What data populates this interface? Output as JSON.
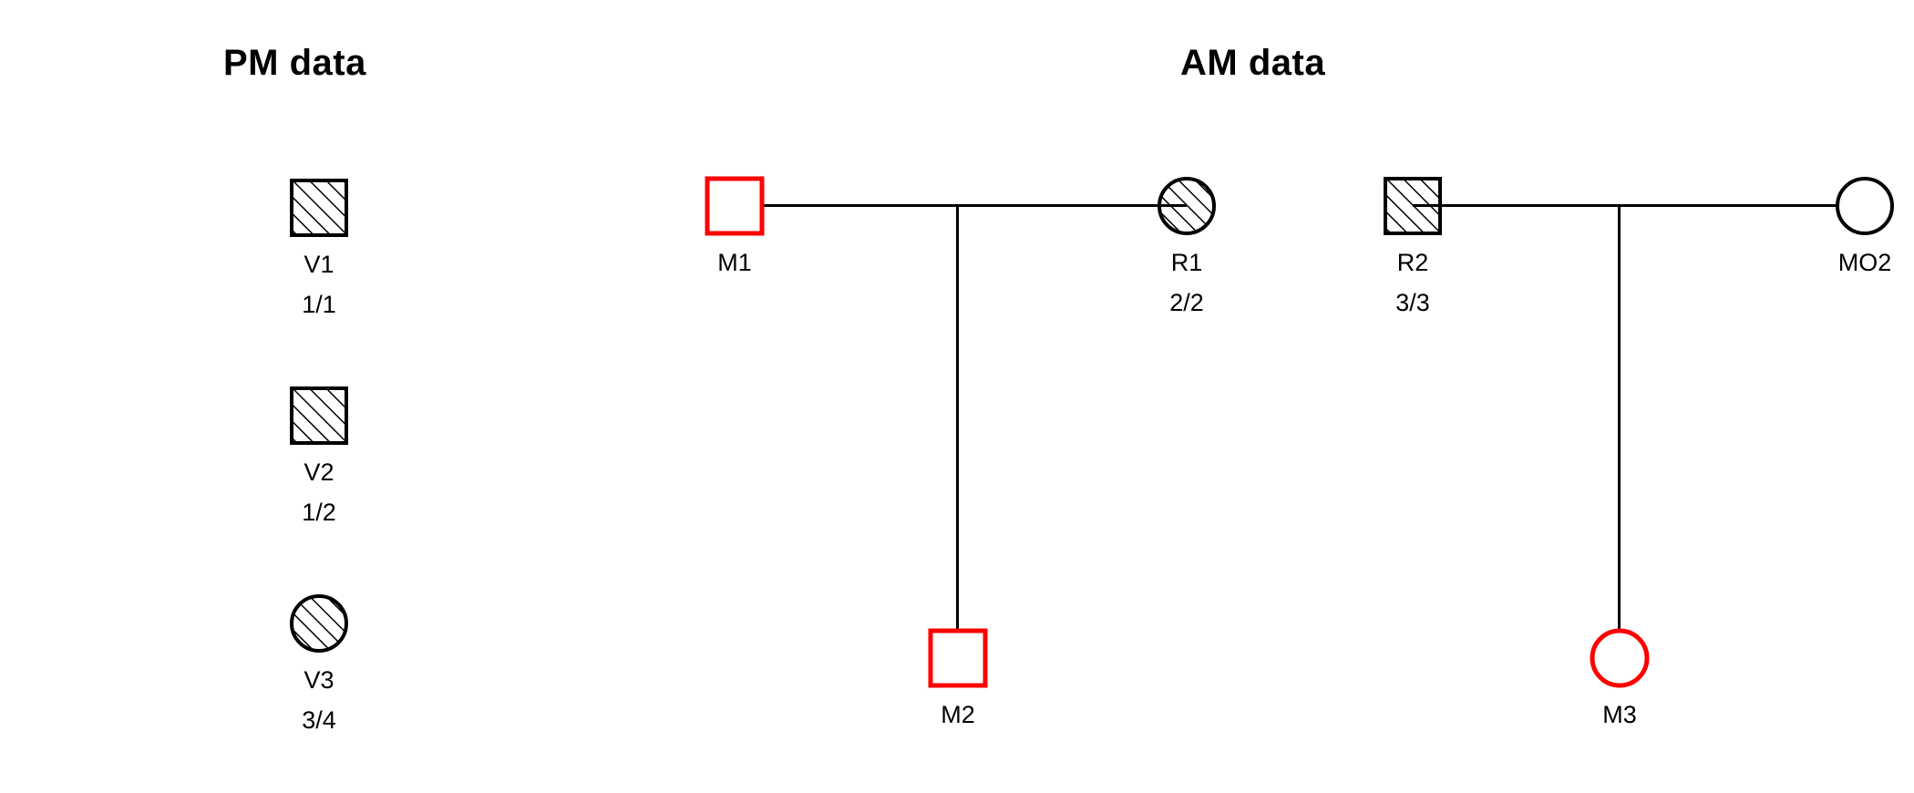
{
  "panels": {
    "pm": {
      "title": "PM data"
    },
    "am": {
      "title": "AM data"
    }
  },
  "colors": {
    "black": "#000000",
    "red": "#FF0000",
    "background": "#FFFFFF"
  },
  "pm_individuals": [
    {
      "id": "V1",
      "label": "V1",
      "genotype": "1/1",
      "sex": "male",
      "shape": "square",
      "fill": "hatched",
      "stroke": "#000000"
    },
    {
      "id": "V2",
      "label": "V2",
      "genotype": "1/2",
      "sex": "male",
      "shape": "square",
      "fill": "hatched",
      "stroke": "#000000"
    },
    {
      "id": "V3",
      "label": "V3",
      "genotype": "3/4",
      "sex": "female",
      "shape": "circle",
      "fill": "hatched",
      "stroke": "#000000"
    }
  ],
  "am_individuals": [
    {
      "id": "M1",
      "label": "M1",
      "genotype": "",
      "sex": "male",
      "shape": "square",
      "fill": "empty",
      "stroke": "#FF0000"
    },
    {
      "id": "R1",
      "label": "R1",
      "genotype": "2/2",
      "sex": "female",
      "shape": "circle",
      "fill": "hatched",
      "stroke": "#000000"
    },
    {
      "id": "M2",
      "label": "M2",
      "genotype": "",
      "sex": "male",
      "shape": "square",
      "fill": "empty",
      "stroke": "#FF0000"
    },
    {
      "id": "R2",
      "label": "R2",
      "genotype": "3/3",
      "sex": "male",
      "shape": "square",
      "fill": "hatched",
      "stroke": "#000000"
    },
    {
      "id": "MO2",
      "label": "MO2",
      "genotype": "",
      "sex": "female",
      "shape": "circle",
      "fill": "empty",
      "stroke": "#000000"
    },
    {
      "id": "M3",
      "label": "M3",
      "genotype": "",
      "sex": "female",
      "shape": "circle",
      "fill": "empty",
      "stroke": "#FF0000"
    }
  ],
  "am_families": [
    {
      "id": "family-1",
      "father": "M1",
      "mother": "R1",
      "children": [
        "M2"
      ]
    },
    {
      "id": "family-2",
      "father": "R2",
      "mother": "MO2",
      "children": [
        "M3"
      ]
    }
  ]
}
